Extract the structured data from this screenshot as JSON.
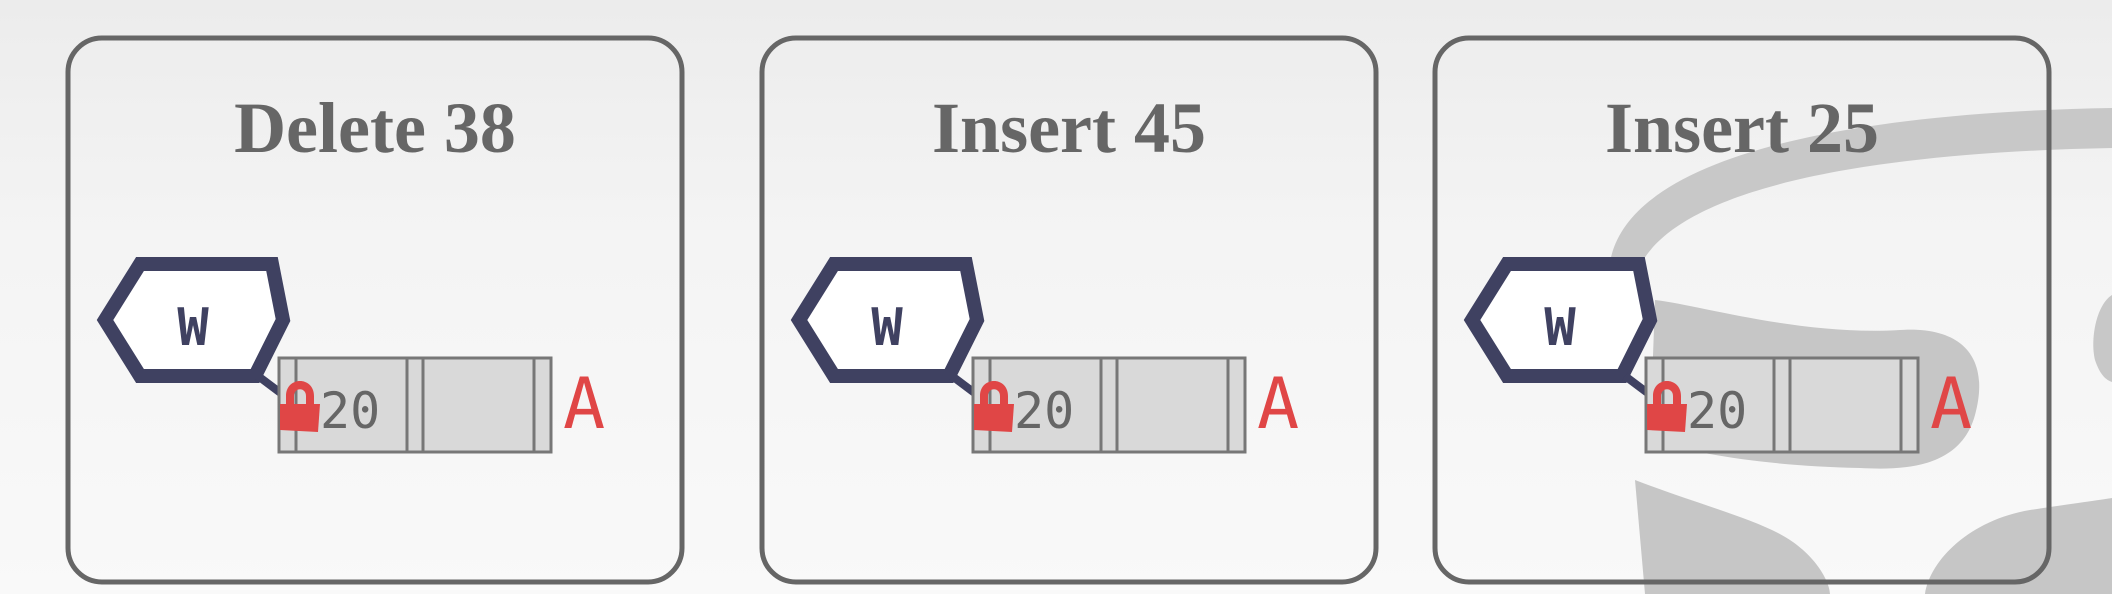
{
  "operations": [
    {
      "title": "Delete 38",
      "latch_label": "W",
      "key": "20",
      "node_label": "A"
    },
    {
      "title": "Insert 45",
      "latch_label": "W",
      "key": "20",
      "node_label": "A"
    },
    {
      "title": "Insert 25",
      "latch_label": "W",
      "key": "20",
      "node_label": "A"
    }
  ],
  "colors": {
    "panel_border": "#666666",
    "title": "#666666",
    "latch": "#3f4161",
    "lock": "#e04646",
    "node_fill": "#d9d9d9",
    "node_border": "#777777",
    "watermark": "#c4c4c4"
  },
  "icons": {
    "latch": "hexagon-write-latch-icon",
    "lock": "padlock-icon",
    "watermark": "database-cylinder-watermark"
  }
}
